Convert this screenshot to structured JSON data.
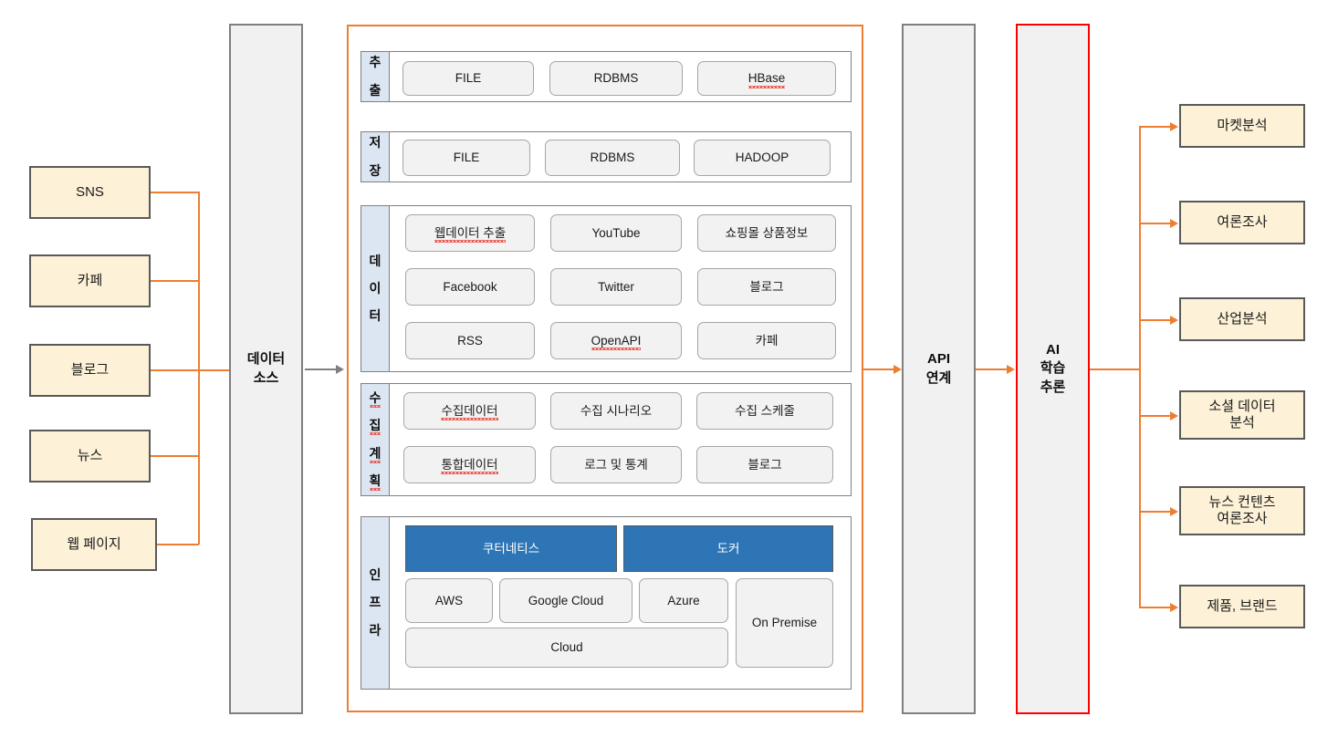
{
  "sources": {
    "items": [
      {
        "label": "SNS"
      },
      {
        "label": "카페"
      },
      {
        "label": "블로그"
      },
      {
        "label": "뉴스"
      },
      {
        "label": "웹 페이지"
      }
    ]
  },
  "data_source_column": {
    "line1": "데이터",
    "line2": "소스"
  },
  "api_column": {
    "line1": "API",
    "line2": "연계"
  },
  "ai_column": {
    "line1": "AI",
    "line2": "학습",
    "line3": "추론"
  },
  "platform": {
    "sections": [
      {
        "label": "추출",
        "label_chars": [
          "추",
          "출"
        ],
        "chips": [
          "FILE",
          "RDBMS",
          "HBase"
        ],
        "spellcheck": [
          "HBase"
        ]
      },
      {
        "label": "저장",
        "label_chars": [
          "저",
          "장"
        ],
        "chips": [
          "FILE",
          "RDBMS",
          "HADOOP"
        ],
        "spellcheck": []
      },
      {
        "label": "데이터",
        "label_chars": [
          "데",
          "이",
          "터"
        ],
        "chips": [
          "웹데이터 추출",
          "YouTube",
          "쇼핑몰 상품정보",
          "Facebook",
          "Twitter",
          "블로그",
          "RSS",
          "OpenAPI",
          "카페"
        ],
        "spellcheck": [
          "웹데이터 추출",
          "OpenAPI"
        ]
      },
      {
        "label": "수집계획",
        "label_chars": [
          "수",
          "집",
          "계",
          "획"
        ],
        "chips": [
          "수집데이터",
          "수집 시나리오",
          "수집 스케줄",
          "통합데이터",
          "로그 및 통계",
          "블로그"
        ],
        "spellcheck": [
          "수집데이터",
          "통합데이터"
        ]
      },
      {
        "label": "인프라",
        "label_chars": [
          "인",
          "프",
          "라"
        ],
        "chips_blue": [
          "쿠터네티스",
          "도커"
        ],
        "chips": [
          "AWS",
          "Google Cloud",
          "Azure",
          "On Premise",
          "Cloud"
        ],
        "spellcheck": []
      }
    ]
  },
  "outputs": {
    "items": [
      {
        "label": "마켓분석"
      },
      {
        "label": "여론조사"
      },
      {
        "label": "산업분석"
      },
      {
        "label": "소셜 데이터\n분석",
        "line1": "소셜 데이터",
        "line2": "분석"
      },
      {
        "label": "뉴스 컨텐츠\n여론조사",
        "line1": "뉴스 컨텐츠",
        "line2": "여론조사"
      },
      {
        "label": "제품, 브랜드"
      }
    ]
  },
  "colors": {
    "accent_orange": "#ed7d31",
    "cream_fill": "#fdf1d7",
    "box_border": "#595959",
    "column_fill": "#f1f1f1",
    "column_border": "#7f7f7f",
    "highlight_red": "#ff0000",
    "section_label_fill": "#dce6f2",
    "chip_fill": "#f2f2f2",
    "chip_border": "#a6a6a6",
    "blue_fill": "#2e75b6"
  }
}
